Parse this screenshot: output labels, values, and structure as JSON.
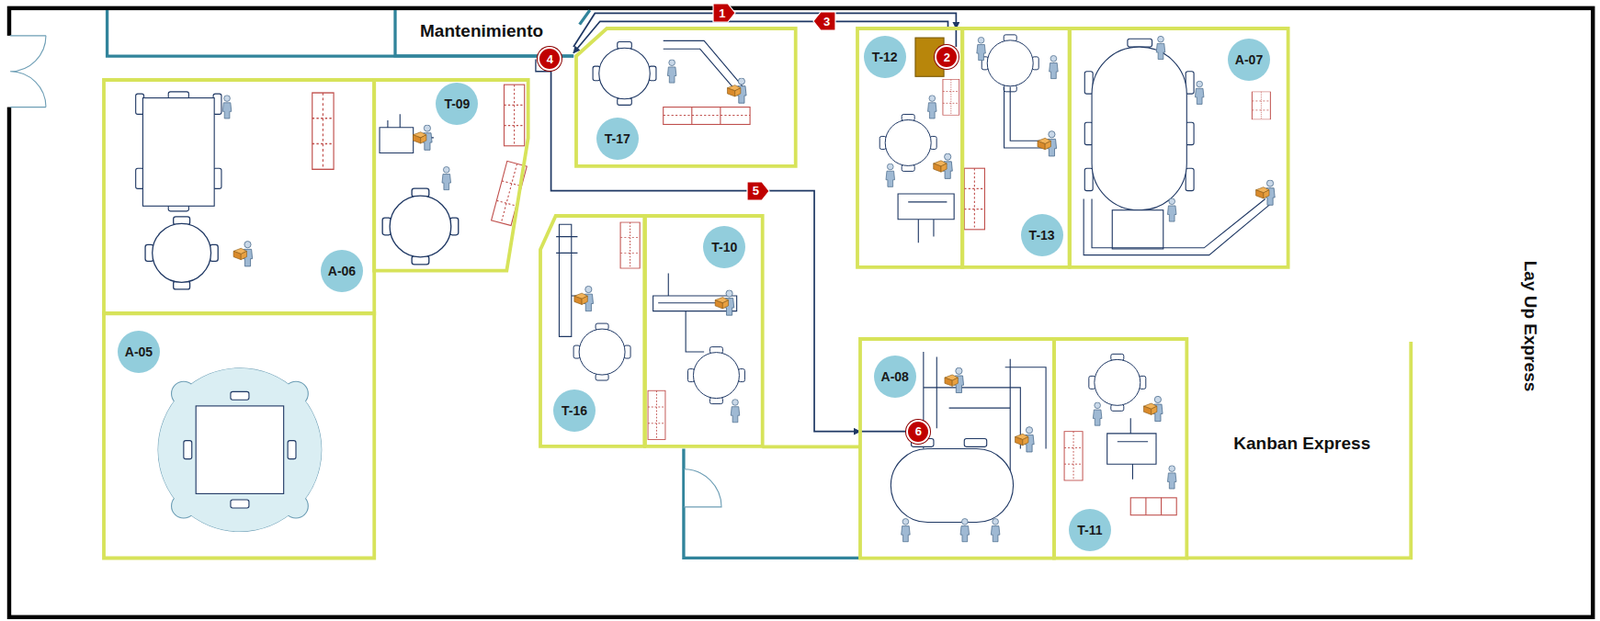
{
  "diagram": {
    "nodes": [
      {
        "text": [
          "Mantenimiento"
        ]
      },
      {
        "text": [
          "T-17"
        ]
      },
      {
        "text": [
          "T-12"
        ]
      },
      {
        "text": [
          "T-13"
        ]
      },
      {
        "text": [
          "A-07"
        ]
      },
      {
        "text": [
          "A-06"
        ]
      },
      {
        "text": [
          "T-09"
        ]
      },
      {
        "text": [
          "T-16"
        ]
      },
      {
        "text": [
          "T-10"
        ]
      },
      {
        "text": [
          "A-05"
        ]
      },
      {
        "text": [
          "A-08"
        ]
      },
      {
        "text": [
          "T-11"
        ]
      },
      {
        "text": [
          "Kanban Express"
        ]
      }
    ],
    "edges": [
      {
        "from": 0,
        "to": 2,
        "arrow": "to",
        "label": "1"
      },
      {
        "from": 2,
        "to": 0,
        "arrow": "to",
        "label": "3"
      },
      {
        "from": 0,
        "to": 10,
        "arrow": "to",
        "label": "5"
      }
    ],
    "labels": [
      "2",
      "4",
      "6",
      "Lay Up Express"
    ]
  }
}
